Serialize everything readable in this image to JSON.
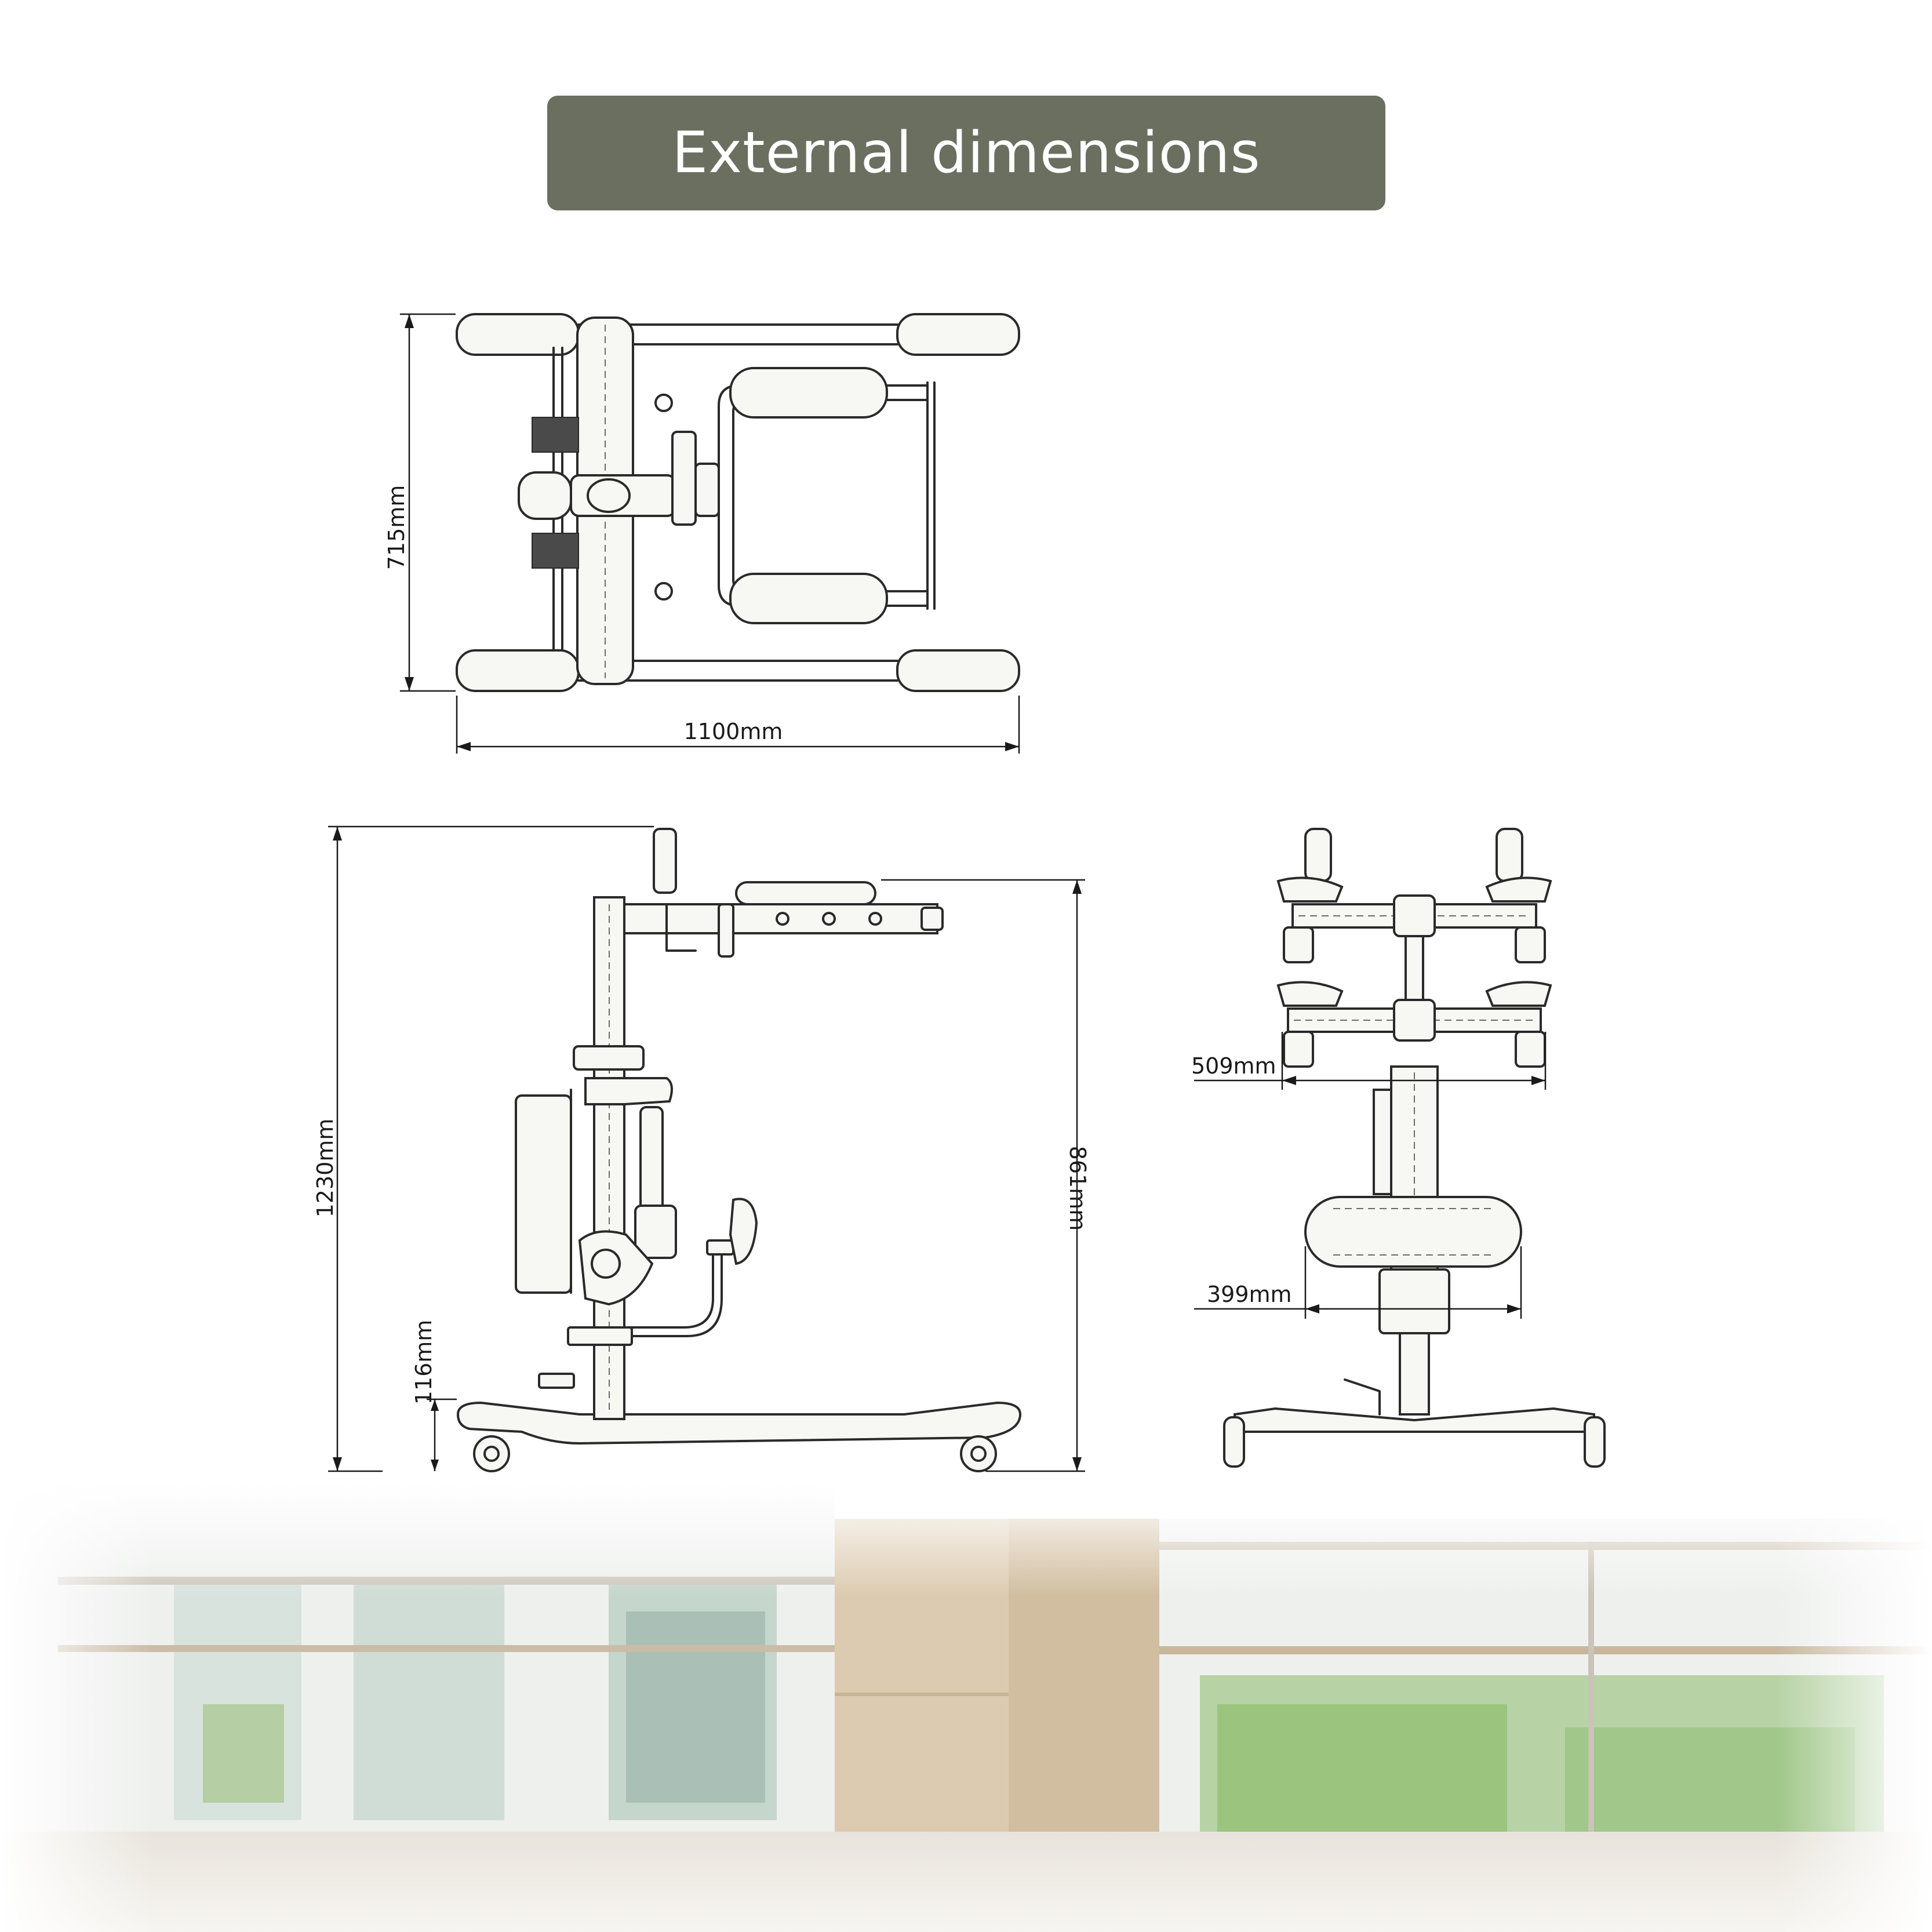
{
  "title": "External dimensions",
  "colors": {
    "banner_background": "#6b6f60",
    "banner_text": "#ffffff",
    "line_art": "#2a2a2a",
    "page_background": "#ffffff"
  },
  "views": {
    "top_view": {
      "width_label": "1100mm",
      "depth_label": "715mm"
    },
    "side_view": {
      "total_height_label": "1230mm",
      "armrest_height_label": "861mm",
      "base_height_label": "116mm"
    },
    "front_view": {
      "upper_width_label": "509mm",
      "knee_pad_width_label": "399mm"
    }
  },
  "background_photo": "hallway-with-railings-and-windows"
}
